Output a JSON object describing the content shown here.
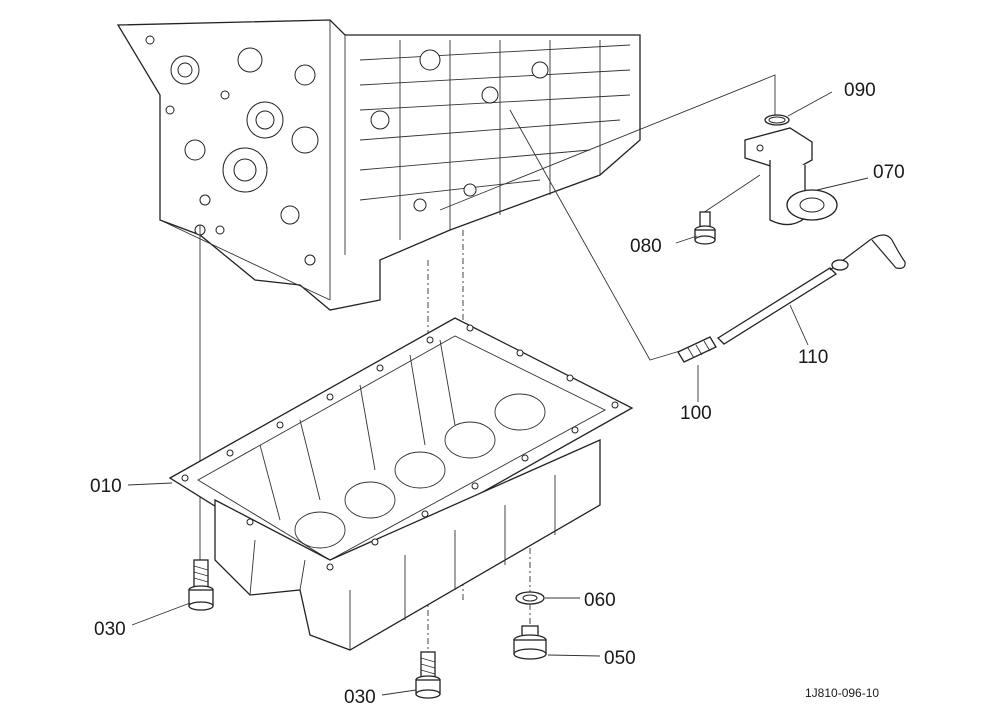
{
  "callouts": {
    "c010": "010",
    "c030a": "030",
    "c030b": "030",
    "c050": "050",
    "c060": "060",
    "c070": "070",
    "c080": "080",
    "c090": "090",
    "c100": "100",
    "c110": "110"
  },
  "drawing_code": "1J810-096-10"
}
